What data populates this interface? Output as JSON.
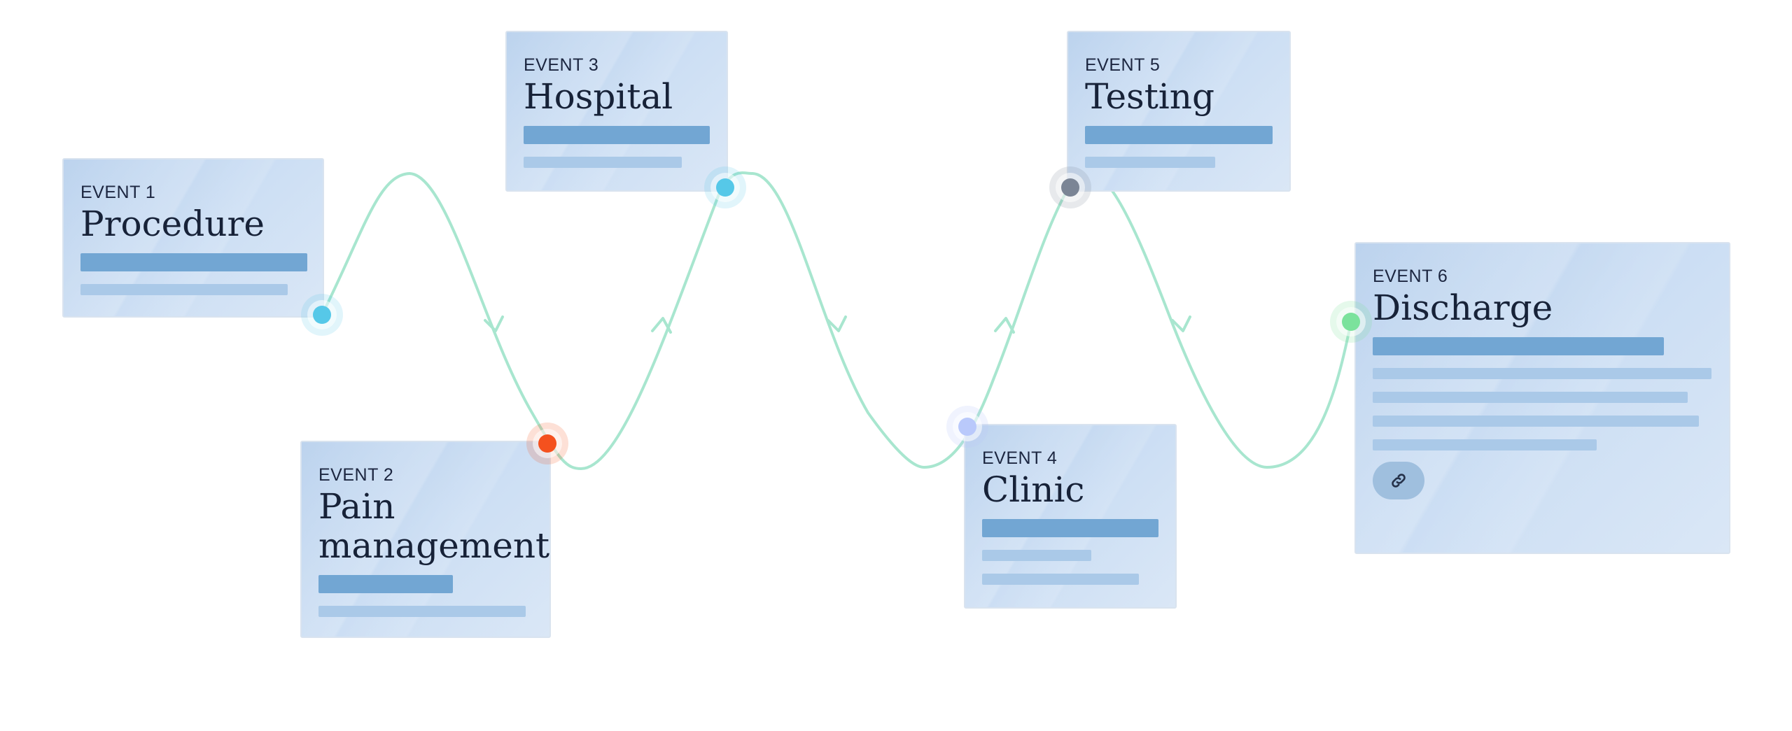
{
  "events": [
    {
      "label": "EVENT 1",
      "title": "Procedure"
    },
    {
      "label": "EVENT 2",
      "title": "Pain management"
    },
    {
      "label": "EVENT 3",
      "title": "Hospital"
    },
    {
      "label": "EVENT 4",
      "title": "Clinic"
    },
    {
      "label": "EVENT 5",
      "title": "Testing"
    },
    {
      "label": "EVENT 6",
      "title": "Discharge"
    }
  ],
  "colors": {
    "connector": "#a8e6cf",
    "node_event1": "#56c8e8",
    "node_event2": "#f4511e",
    "node_event3": "#56c8e8",
    "node_event4": "#b9c9fb",
    "node_event5": "#7b8595",
    "node_event6": "#7be29c"
  },
  "icons": {
    "event6_action": "link-icon"
  }
}
